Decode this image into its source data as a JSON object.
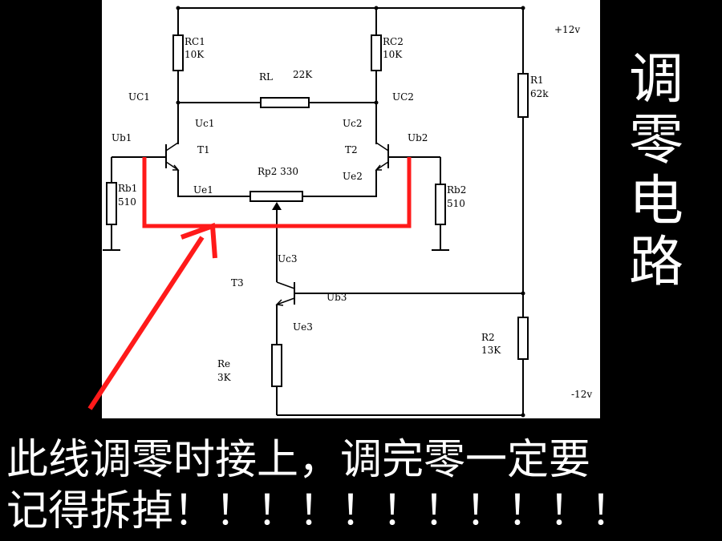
{
  "labels": {
    "rc1": "RC1",
    "rc1_val": "10K",
    "rc2": "RC2",
    "rc2_val": "10K",
    "rl": "RL",
    "rl_val": "22K",
    "uc1_node": "UC1",
    "uc2_node": "UC2",
    "uc1": "Uc1",
    "uc2": "Uc2",
    "ub1": "Ub1",
    "ub2": "Ub2",
    "t1": "T1",
    "t2": "T2",
    "rp2": "Rp2 330",
    "ue1": "Ue1",
    "ue2": "Ue2",
    "rb1": "Rb1",
    "rb1_val": "510",
    "rb2": "Rb2",
    "rb2_val": "510",
    "uc3": "Uc3",
    "t3": "T3",
    "ub3": "Ub3",
    "ue3": "Ue3",
    "re": "Re",
    "re_val": "3K",
    "r1": "R1",
    "r1_val": "62k",
    "r2": "R2",
    "r2_val": "13K",
    "vpos": "+12v",
    "vneg": "-12v"
  },
  "side_title": [
    "调",
    "零",
    "电",
    "路"
  ],
  "caption": {
    "line1": "此线调零时接上，调完零一定要",
    "line2": "记得拆掉！！！！！！！！！！！"
  },
  "colors": {
    "background": "#000000",
    "panel": "#ffffff",
    "highlight": "#ff1a1a",
    "text": "#ffffff"
  }
}
